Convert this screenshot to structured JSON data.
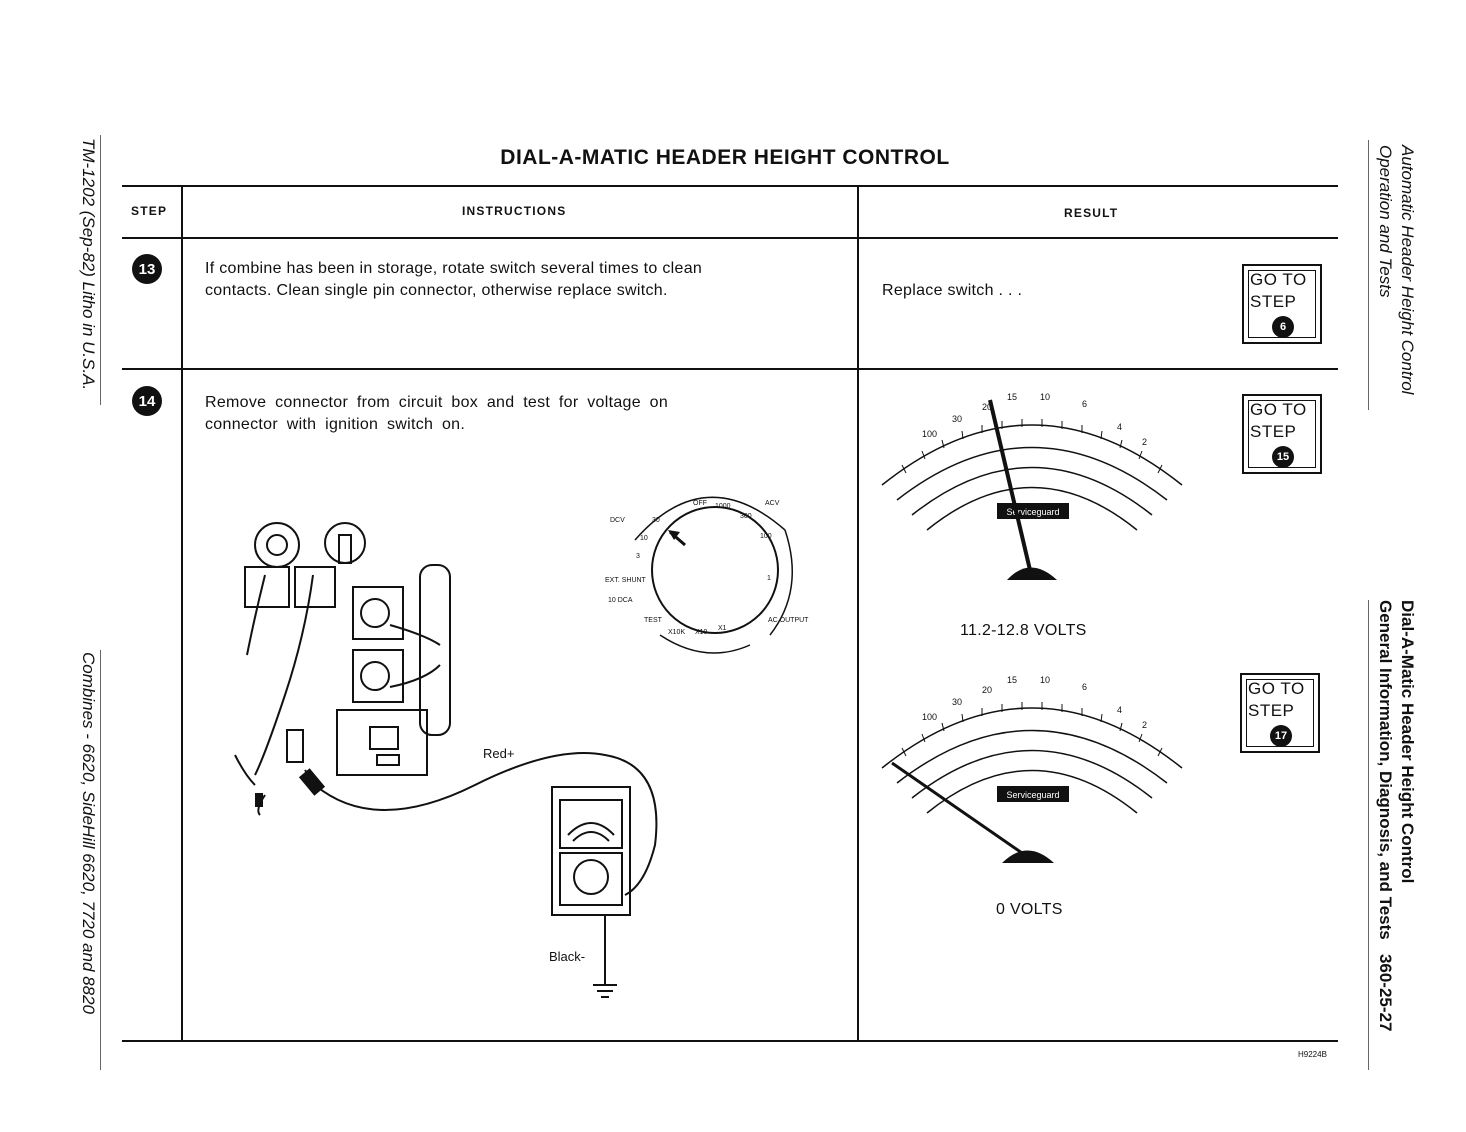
{
  "page": {
    "title": "DIAL-A-MATIC HEADER HEIGHT CONTROL",
    "left_margin_top": "TM-1202 (Sep-82) Litho in U.S.A.",
    "left_margin_bottom": "Combines - 6620, SideHill 6620, 7720 and 8820",
    "right_margin_top_line1": "Automatic Header Height Control",
    "right_margin_top_line2": "Operation and Tests",
    "right_margin_bottom_line1": "Dial-A-Matic Header Height Control",
    "right_margin_bottom_line2": "General Information, Diagnosis, and Tests",
    "page_number": "360-25-27",
    "figure_id": "H9224B"
  },
  "table": {
    "headers": {
      "step": "STEP",
      "instructions": "INSTRUCTIONS",
      "result": "RESULT"
    },
    "rows": [
      {
        "step": "13",
        "instructions_line1": "If combine has been in storage, rotate switch several times to clean",
        "instructions_line2": "contacts. Clean single pin connector, otherwise replace switch.",
        "result": "Replace switch . . .",
        "goto_label1": "GO TO",
        "goto_label2": "STEP",
        "goto_step": "6"
      },
      {
        "step": "14",
        "instructions_line1": "Remove connector from circuit box and test for voltage on",
        "instructions_line2": "connector with ignition switch on.",
        "results": [
          {
            "text": "11.2-12.8 VOLTS",
            "goto_label1": "GO TO",
            "goto_label2": "STEP",
            "goto_step": "15"
          },
          {
            "text": "0 VOLTS",
            "goto_label1": "GO TO",
            "goto_label2": "STEP",
            "goto_step": "17"
          }
        ]
      }
    ]
  },
  "illustration": {
    "red_label": "Red+",
    "black_label": "Black-",
    "dial_labels": [
      "OFF",
      "1000",
      "ACV",
      "300",
      "100",
      "30",
      "10",
      "3",
      "1",
      "EXT. SHUNT",
      "10 DCA",
      "TEST",
      "X10K",
      "X10",
      "X1",
      "DCV",
      "AC OUTPUT"
    ],
    "meter_brand": "Serviceguard"
  }
}
